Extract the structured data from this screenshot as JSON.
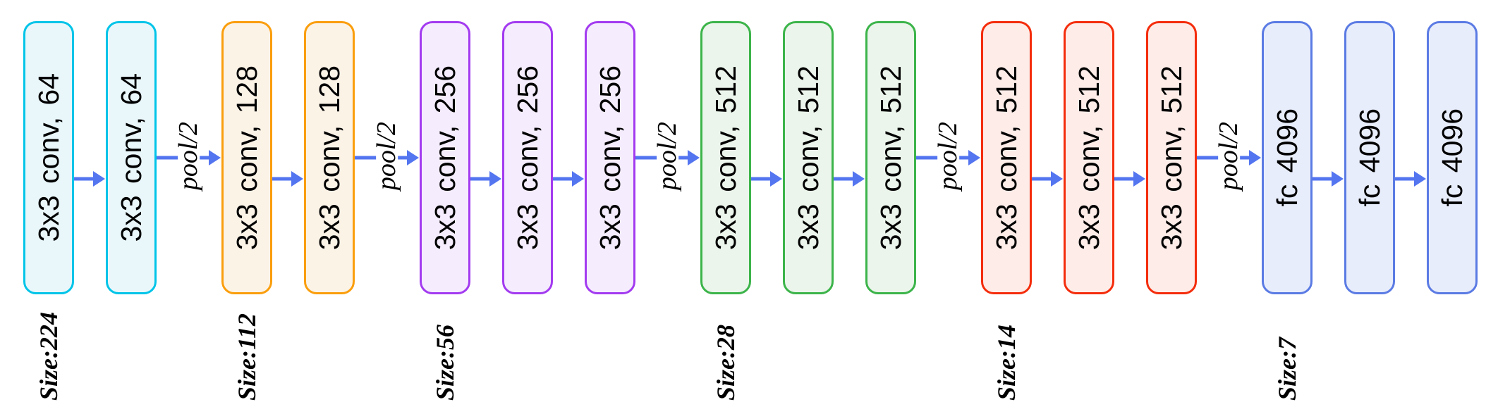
{
  "arrow_color": "#5475F0",
  "groups": [
    {
      "name": "conv-64",
      "border_color": "#00C4E8",
      "fill_color": "#E9F7FB",
      "blocks": [
        "3x3 conv, 64",
        "3x3 conv, 64"
      ],
      "size_label": "Size:224",
      "pool_after": "pool/2"
    },
    {
      "name": "conv-128",
      "border_color": "#FA9E0D",
      "fill_color": "#FCF3E7",
      "blocks": [
        "3x3 conv, 128",
        "3x3 conv, 128"
      ],
      "size_label": "Size:112",
      "pool_after": "pool/2"
    },
    {
      "name": "conv-256",
      "border_color": "#A33BF0",
      "fill_color": "#F5ECFD",
      "blocks": [
        "3x3 conv, 256",
        "3x3 conv, 256",
        "3x3 conv, 256"
      ],
      "size_label": "Size:56",
      "pool_after": "pool/2"
    },
    {
      "name": "conv-512-a",
      "border_color": "#3CB44A",
      "fill_color": "#EBF5EB",
      "blocks": [
        "3x3 conv, 512",
        "3x3 conv, 512",
        "3x3 conv, 512"
      ],
      "size_label": "Size:28",
      "pool_after": "pool/2"
    },
    {
      "name": "conv-512-b",
      "border_color": "#F42D0C",
      "fill_color": "#FDECE8",
      "blocks": [
        "3x3 conv, 512",
        "3x3 conv, 512",
        "3x3 conv, 512"
      ],
      "size_label": "Size:14",
      "pool_after": "pool/2"
    },
    {
      "name": "fc",
      "border_color": "#5B7BE4",
      "fill_color": "#E8EDFB",
      "blocks": [
        "fc 4096",
        "fc 4096",
        "fc 4096"
      ],
      "size_label": "Size:7",
      "pool_after": null
    }
  ]
}
